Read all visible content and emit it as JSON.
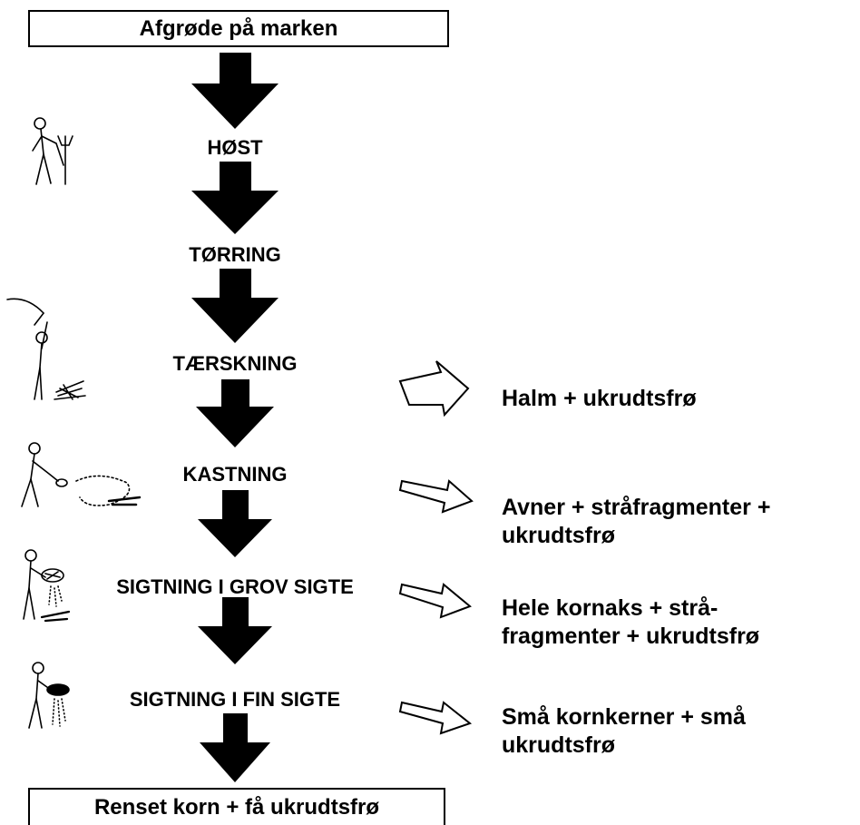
{
  "diagram": {
    "top_box": "Afgrøde på marken",
    "bottom_box": "Renset korn + få ukrudtsfrø",
    "steps": [
      "HØST",
      "TØRRING",
      "TÆRSKNING",
      "KASTNING",
      "SIGTNING I GROV SIGTE",
      "SIGTNING I FIN SIGTE"
    ],
    "outputs": [
      {
        "line1": "Halm + ukrudtsfrø",
        "line2": ""
      },
      {
        "line1": "Avner + stråfragmenter +",
        "line2": "ukrudtsfrø"
      },
      {
        "line1": "Hele kornaks + strå-",
        "line2": "fragmenter + ukrudtsfrø"
      },
      {
        "line1": "Små kornkerner + små",
        "line2": "ukrudtsfrø"
      }
    ]
  }
}
